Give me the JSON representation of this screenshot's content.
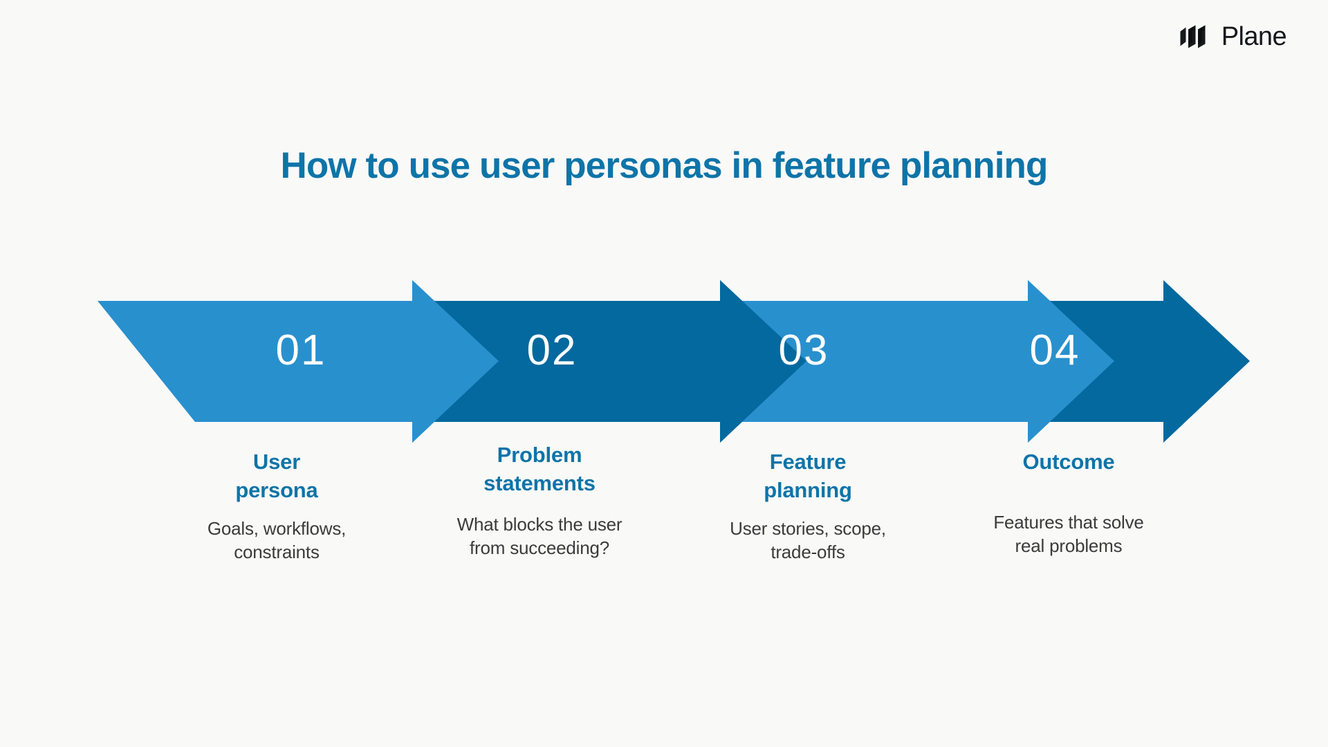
{
  "brand": {
    "name": "Plane",
    "logo_icon": "plane-logo-icon"
  },
  "title": "How to use user personas in feature planning",
  "colors": {
    "background": "#F9F9F8",
    "accent_light": "#2990CE",
    "accent_dark": "#03699E",
    "title_blue": "#0E74A8",
    "body_text": "#3B3B3B",
    "number_text": "#FFFFFF"
  },
  "chart_data": {
    "type": "diagram",
    "subtype": "process-arrow-flow",
    "title": "How to use user personas in feature planning",
    "direction": "left-to-right",
    "steps": [
      {
        "number": "01",
        "title_lines": [
          "User",
          "persona"
        ],
        "title": "User persona",
        "description_lines": [
          "Goals, workflows,",
          "constraints"
        ],
        "description": "Goals, workflows, constraints",
        "fill": "#2990CE"
      },
      {
        "number": "02",
        "title_lines": [
          "Problem",
          "statements"
        ],
        "title": "Problem statements",
        "description_lines": [
          "What blocks the user",
          "from succeeding?"
        ],
        "description": "What blocks the user from succeeding?",
        "fill": "#03699E"
      },
      {
        "number": "03",
        "title_lines": [
          "Feature",
          "planning"
        ],
        "title": "Feature planning",
        "description_lines": [
          "User stories, scope,",
          "trade-offs"
        ],
        "description": "User stories, scope, trade-offs",
        "fill": "#2990CE"
      },
      {
        "number": "04",
        "title_lines": [
          "Outcome"
        ],
        "title": "Outcome",
        "description_lines": [
          "Features that solve",
          "real problems"
        ],
        "description": "Features that solve real problems",
        "fill": "#03699E"
      }
    ]
  }
}
